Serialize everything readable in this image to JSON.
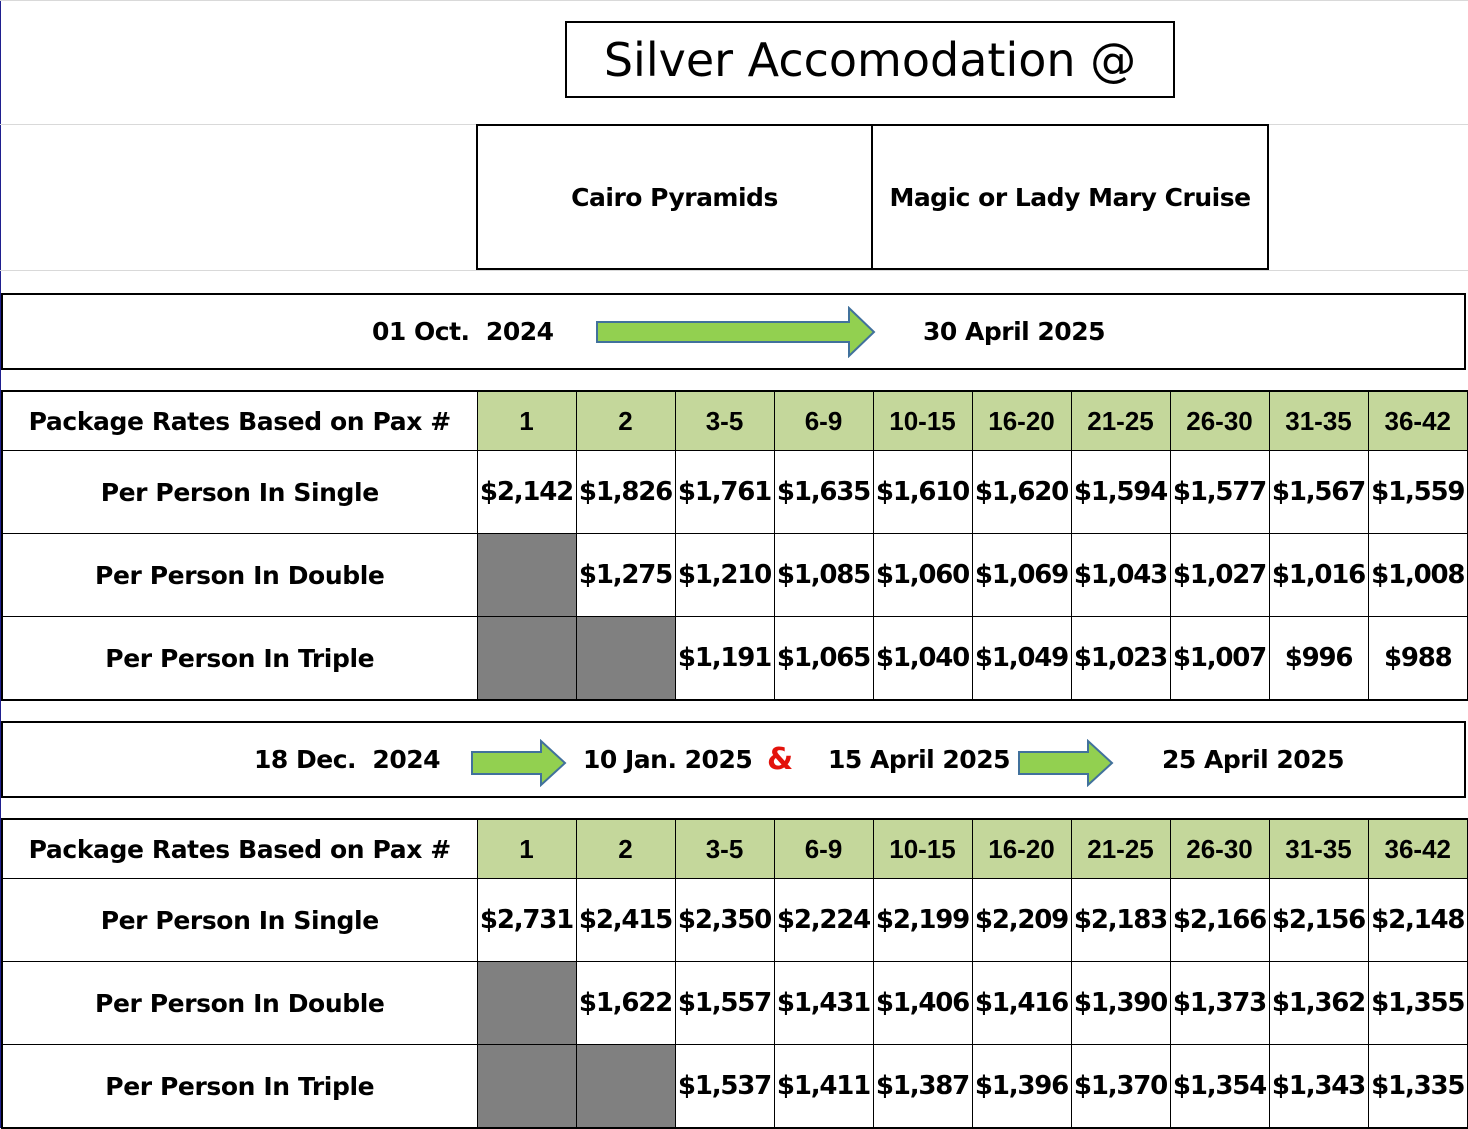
{
  "title": "Silver Accomodation @",
  "locations": [
    "Cairo Pyramids",
    "Magic or Lady Mary Cruise"
  ],
  "colors": {
    "header_fill": "#c4d79b",
    "unavailable_fill": "#808080",
    "arrow_fill": "#92d050",
    "arrow_stroke": "#41719c",
    "ampersand": "#e3120b"
  },
  "period1": {
    "start": "01 Oct.  2024",
    "end": "30 April 2025",
    "arrow_icon": "right-arrow-icon"
  },
  "period2": {
    "start": "18 Dec.  2024",
    "end": "10 Jan. 2025",
    "separator": "&",
    "start2": "15 April 2025",
    "end2": "25 April 2025",
    "arrow_icon": "right-arrow-icon"
  },
  "table1": {
    "header_label": "Package Rates Based on Pax #",
    "pax": [
      "1",
      "2",
      "3-5",
      "6-9",
      "10-15",
      "16-20",
      "21-25",
      "26-30",
      "31-35",
      "36-42"
    ],
    "rows": [
      {
        "label": "Per Person In Single",
        "values": [
          "$2,142",
          "$1,826",
          "$1,761",
          "$1,635",
          "$1,610",
          "$1,620",
          "$1,594",
          "$1,577",
          "$1,567",
          "$1,559"
        ]
      },
      {
        "label": "Per Person In Double",
        "values": [
          "",
          "$1,275",
          "$1,210",
          "$1,085",
          "$1,060",
          "$1,069",
          "$1,043",
          "$1,027",
          "$1,016",
          "$1,008"
        ]
      },
      {
        "label": "Per Person In Triple",
        "values": [
          "",
          "",
          "$1,191",
          "$1,065",
          "$1,040",
          "$1,049",
          "$1,023",
          "$1,007",
          "$996",
          "$988"
        ]
      }
    ]
  },
  "table2": {
    "header_label": "Package Rates Based on Pax #",
    "pax": [
      "1",
      "2",
      "3-5",
      "6-9",
      "10-15",
      "16-20",
      "21-25",
      "26-30",
      "31-35",
      "36-42"
    ],
    "rows": [
      {
        "label": "Per Person In Single",
        "values": [
          "$2,731",
          "$2,415",
          "$2,350",
          "$2,224",
          "$2,199",
          "$2,209",
          "$2,183",
          "$2,166",
          "$2,156",
          "$2,148"
        ]
      },
      {
        "label": "Per Person In Double",
        "values": [
          "",
          "$1,622",
          "$1,557",
          "$1,431",
          "$1,406",
          "$1,416",
          "$1,390",
          "$1,373",
          "$1,362",
          "$1,355"
        ]
      },
      {
        "label": "Per Person In Triple",
        "values": [
          "",
          "",
          "$1,537",
          "$1,411",
          "$1,387",
          "$1,396",
          "$1,370",
          "$1,354",
          "$1,343",
          "$1,335"
        ]
      }
    ]
  }
}
